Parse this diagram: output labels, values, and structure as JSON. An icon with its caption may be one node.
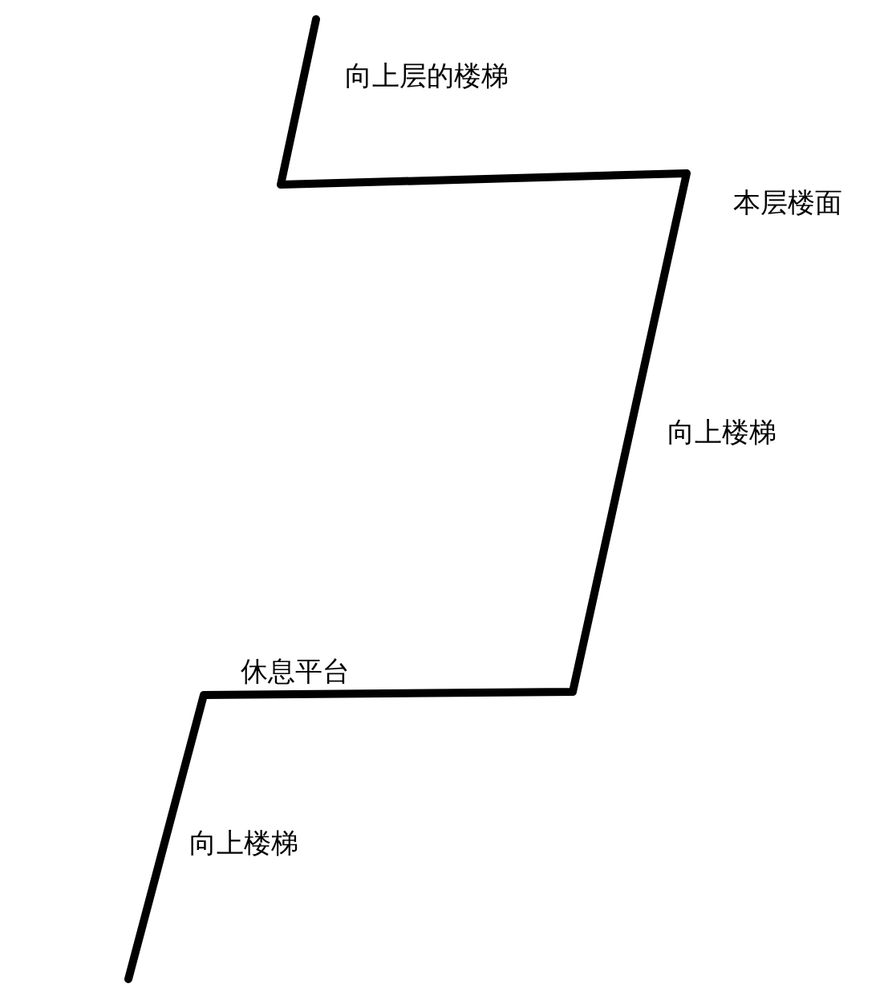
{
  "diagram": {
    "labels": [
      "向上层的楼梯",
      "本层楼面",
      "向上楼梯",
      "休息平台",
      "向上楼梯"
    ]
  }
}
